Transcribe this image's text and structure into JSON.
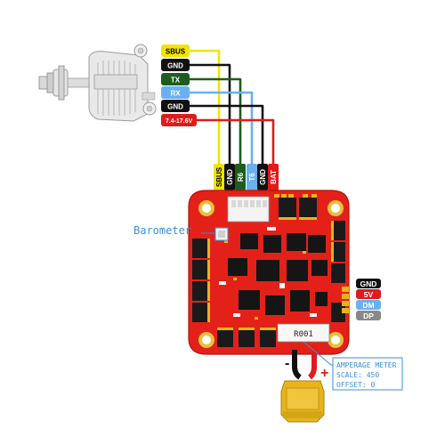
{
  "receiver": {
    "pins": [
      {
        "label": "SBUS",
        "color": "#f2e400",
        "text_color": "#000000"
      },
      {
        "label": "GND",
        "color": "#111111",
        "text_color": "#ffffff"
      },
      {
        "label": "TX",
        "color": "#1f5c1f",
        "text_color": "#ffffff"
      },
      {
        "label": "RX",
        "color": "#6ab0f0",
        "text_color": "#ffffff"
      },
      {
        "label": "GND",
        "color": "#111111",
        "text_color": "#ffffff"
      },
      {
        "label": "7.4-17.6V",
        "color": "#e01b1b",
        "text_color": "#ffffff"
      }
    ]
  },
  "fc_pads": [
    {
      "label": "SBUS",
      "color": "#f2e400",
      "text_color": "#000000"
    },
    {
      "label": "GND",
      "color": "#111111",
      "text_color": "#ffffff"
    },
    {
      "label": "R6",
      "color": "#1f5c1f",
      "text_color": "#ffffff"
    },
    {
      "label": "T6",
      "color": "#6ab0f0",
      "text_color": "#ffffff"
    },
    {
      "label": "GND",
      "color": "#111111",
      "text_color": "#ffffff"
    },
    {
      "label": "BAT",
      "color": "#e01b1b",
      "text_color": "#ffffff"
    }
  ],
  "usb_pads": [
    {
      "label": "GND",
      "color": "#111111",
      "text_color": "#ffffff"
    },
    {
      "label": "5V",
      "color": "#e01b1b",
      "text_color": "#ffffff"
    },
    {
      "label": "DM",
      "color": "#6ab0f0",
      "text_color": "#ffffff"
    },
    {
      "label": "DP",
      "color": "#888888",
      "text_color": "#ffffff"
    }
  ],
  "barometer_label": "Barometer",
  "shunt_label": "R001",
  "amperage": {
    "title": "AMPERAGE METER",
    "scale": "SCALE: 450",
    "offset": "OFFSET: 0"
  },
  "polarity": {
    "negative": "-",
    "positive": "+"
  },
  "colors": {
    "board": "#e32119",
    "board_dark": "#c01810",
    "annotation": "#3b8fd9",
    "connector": "#e7b51a"
  }
}
